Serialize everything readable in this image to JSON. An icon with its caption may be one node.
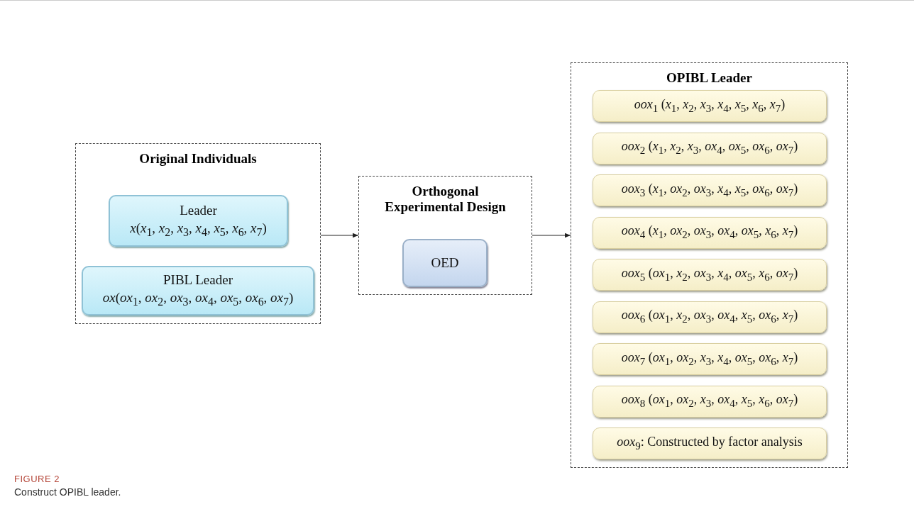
{
  "diagram": {
    "title": "FIGURE 2",
    "caption": "Construct OPIBL leader.",
    "nodes": [
      {
        "text": [
          "Original Individuals"
        ]
      },
      {
        "text": [
          "Leader",
          "*x*(*x*$_{1}$, *x*$_{2}$, *x*$_{3}$, *x*$_{4}$, *x*$_{5}$, *x*$_{6}$, *x*$_{7}$)"
        ],
        "in": 0
      },
      {
        "text": [
          "PIBL Leader",
          "*ox*(*ox*$_{1}$, *ox*$_{2}$, *ox*$_{3}$, *ox*$_{4}$, *ox*$_{5}$, *ox*$_{6}$, *ox*$_{7}$)"
        ],
        "in": 0
      },
      {
        "text": [
          "Orthogonal Experimental Design"
        ]
      },
      {
        "text": [
          "OED"
        ],
        "in": 3
      },
      {
        "text": [
          "OPIBL Leader"
        ]
      },
      {
        "text": [
          "*oox*$_{1}$ (*x*$_{1}$, *x*$_{2}$, *x*$_{3}$, *x*$_{4}$, *x*$_{5}$, *x*$_{6}$, *x*$_{7}$)"
        ],
        "in": 5
      },
      {
        "text": [
          "*oox*$_{2}$ (*x*$_{1}$, *x*$_{2}$, *x*$_{3}$, *ox*$_{4}$, *ox*$_{5}$, *ox*$_{6}$, *ox*$_{7}$)"
        ],
        "in": 5
      },
      {
        "text": [
          "*oox*$_{3}$ (*x*$_{1}$, *ox*$_{2}$, *ox*$_{3}$, *x*$_{4}$, *x*$_{5}$, *ox*$_{6}$, *ox*$_{7}$)"
        ],
        "in": 5
      },
      {
        "text": [
          "*oox*$_{4}$ (*x*$_{1}$, *ox*$_{2}$, *ox*$_{3}$, *ox*$_{4}$, *ox*$_{5}$, *x*$_{6}$, *x*$_{7}$)"
        ],
        "in": 5
      },
      {
        "text": [
          "*oox*$_{5}$ (*ox*$_{1}$, *x*$_{2}$, *ox*$_{3}$, *x*$_{4}$, *ox*$_{5}$, *x*$_{6}$, *ox*$_{7}$)"
        ],
        "in": 5
      },
      {
        "text": [
          "*oox*$_{6}$ (*ox*$_{1}$, *x*$_{2}$, *ox*$_{3}$, *ox*$_{4}$, *x*$_{5}$, *ox*$_{6}$, *x*$_{7}$)"
        ],
        "in": 5
      },
      {
        "text": [
          "*oox*$_{7}$ (*ox*$_{1}$, *ox*$_{2}$, *x*$_{3}$, *x*$_{4}$, *ox*$_{5}$, *ox*$_{6}$, *x*$_{7}$)"
        ],
        "in": 5
      },
      {
        "text": [
          "*oox*$_{8}$ (*ox*$_{1}$, *ox*$_{2}$, *x*$_{3}$, *ox*$_{4}$, *x*$_{5}$, *x*$_{6}$, *ox*$_{7}$)"
        ],
        "in": 5
      },
      {
        "text": [
          "*oox*$_{9}$: Constructed by factor analysis"
        ],
        "in": 5
      }
    ],
    "edges": [
      {
        "from": 0,
        "to": 3,
        "arrow": "to"
      },
      {
        "from": 3,
        "to": 5,
        "arrow": "to"
      }
    ]
  }
}
